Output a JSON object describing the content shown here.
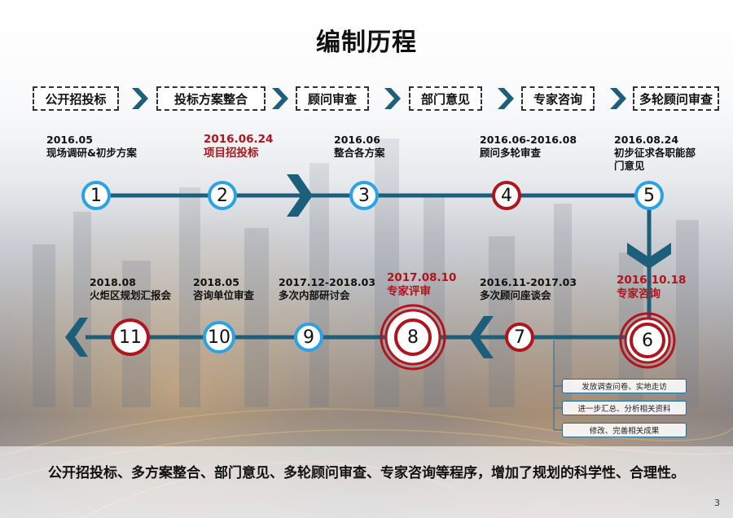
{
  "title": "编制历程",
  "steps": [
    "公开招投标",
    "投标方案整合",
    "顾问审查",
    "部门意见",
    "专家咨询",
    "多轮顾问审查"
  ],
  "nodes": [
    {
      "num": "1",
      "date": "2016.05",
      "desc": "现场调研&初步方案"
    },
    {
      "num": "2",
      "date": "2016.06.24",
      "desc": "项目招投标"
    },
    {
      "num": "3",
      "date": "2016.06",
      "desc": "整合各方案"
    },
    {
      "num": "4",
      "date": "2016.06-2016.08",
      "desc": "顾问多轮审查"
    },
    {
      "num": "5",
      "date": "2016.08.24",
      "desc": "初步征求各职能部",
      "desc2": "门意见"
    },
    {
      "num": "6",
      "date": "2016.10.18",
      "desc": "专家咨询"
    },
    {
      "num": "7",
      "date": "2016.11-2017.03",
      "desc": "多次顾问座谈会"
    },
    {
      "num": "8",
      "date": "2017.08.10",
      "desc": "专家评审"
    },
    {
      "num": "9",
      "date": "2017.12-2018.03",
      "desc": "多次内部研讨会"
    },
    {
      "num": "10",
      "date": "2018.05",
      "desc": "咨询单位审查"
    },
    {
      "num": "11",
      "date": "2018.08",
      "desc": "火炬区规划汇报会"
    }
  ],
  "notes": [
    "发放调查问卷、实地走访",
    "进一步汇总、分析相关资料",
    "修改、完善相关成果"
  ],
  "summary": "公开招投标、多方案整合、部门意见、多轮顾问审查、专家咨询等程序，增加了规划的科学性、合理性。",
  "page_number": "3",
  "colors": {
    "line": "#1d5f7a",
    "blue": "#2aa3e6",
    "red": "#b0141c",
    "chevron": "#1d5f7a"
  }
}
